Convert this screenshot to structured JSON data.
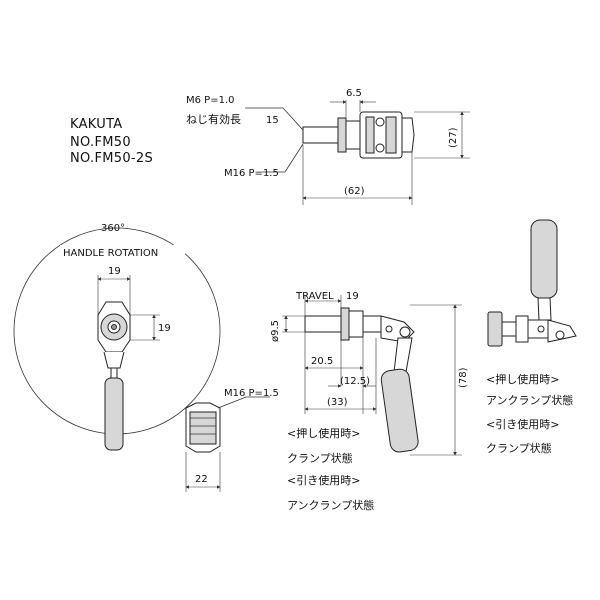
{
  "title_block": {
    "maker": "KAKUTA",
    "model_1": "NO.FM50",
    "model_2": "NO.FM50-2S"
  },
  "top_view": {
    "thread_small": "M6 P=1.0",
    "thread_length_label": "ねじ有効長",
    "thread_length_value": "15",
    "thread_large": "M16 P=1.5",
    "dim_head": "6.5",
    "dim_height": "(27)",
    "dim_total": "(62)"
  },
  "rotation_view": {
    "angle": "360°",
    "label": "HANDLE ROTATION",
    "dim_width": "19",
    "dim_height": "19"
  },
  "nut_view": {
    "thread": "M16 P=1.5",
    "dim_width": "22"
  },
  "side_view": {
    "travel_label": "TRAVEL",
    "travel_value": "19",
    "dia": "ø9.5",
    "dim_20_5": "20.5",
    "dim_12_5": "(12.5)",
    "dim_33": "(33)",
    "dim_78": "(78)",
    "notes": [
      "<押し使用時>",
      "クランプ状態",
      "<引き使用時>",
      "アンクランプ状態"
    ]
  },
  "right_view": {
    "notes": [
      "<押し使用時>",
      "アンクランプ状態",
      "<引き使用時>",
      "クランプ状態"
    ]
  }
}
